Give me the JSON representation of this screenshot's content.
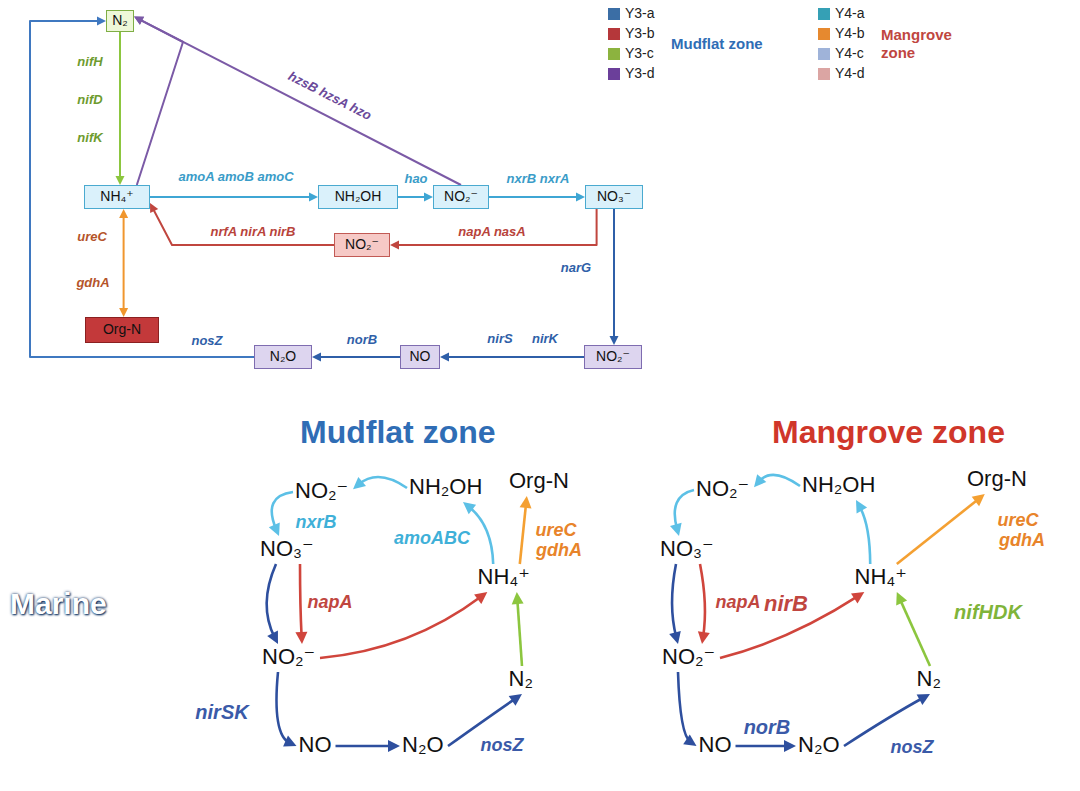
{
  "diagram": {
    "nodes": [
      {
        "text": [
          "N₂"
        ]
      },
      {
        "text": [
          "NH₄⁺"
        ]
      },
      {
        "text": [
          "NH₂OH"
        ]
      },
      {
        "text": [
          "NO₂⁻"
        ]
      },
      {
        "text": [
          "NO₃⁻"
        ]
      },
      {
        "text": [
          "NO₂⁻"
        ]
      },
      {
        "text": [
          "Org-N"
        ]
      },
      {
        "text": [
          "N₂O"
        ]
      },
      {
        "text": [
          "NO"
        ]
      },
      {
        "text": [
          "NO₂⁻"
        ]
      },
      {
        "text": [
          "Marine"
        ]
      },
      {
        "text": [
          "Mudflat zone"
        ]
      },
      {
        "text": [
          "NO₂⁻"
        ],
        "in": 11
      },
      {
        "text": [
          "NH₂OH"
        ],
        "in": 11
      },
      {
        "text": [
          "Org-N"
        ],
        "in": 11
      },
      {
        "text": [
          "NO₃⁻"
        ],
        "in": 11
      },
      {
        "text": [
          "NH₄⁺"
        ],
        "in": 11
      },
      {
        "text": [
          "NO₂⁻"
        ],
        "in": 11
      },
      {
        "text": [
          "N₂"
        ],
        "in": 11
      },
      {
        "text": [
          "NO"
        ],
        "in": 11
      },
      {
        "text": [
          "N₂O"
        ],
        "in": 11
      },
      {
        "text": [
          "Mangrove zone"
        ]
      },
      {
        "text": [
          "NO₂⁻"
        ],
        "in": 21
      },
      {
        "text": [
          "NH₂OH"
        ],
        "in": 21
      },
      {
        "text": [
          "Org-N"
        ],
        "in": 21
      },
      {
        "text": [
          "NO₃⁻"
        ],
        "in": 21
      },
      {
        "text": [
          "NH₄⁺"
        ],
        "in": 21
      },
      {
        "text": [
          "NO₂⁻"
        ],
        "in": 21
      },
      {
        "text": [
          "N₂"
        ],
        "in": 21
      },
      {
        "text": [
          "NO"
        ],
        "in": 21
      },
      {
        "text": [
          "N₂O"
        ],
        "in": 21
      }
    ],
    "edges": [
      {
        "from": 0,
        "to": 1,
        "arrow": "to"
      },
      {
        "from": 1,
        "to": 2,
        "label": "amoA amoB amoC",
        "arrow": "to"
      },
      {
        "from": 2,
        "to": 3,
        "label": "hao",
        "arrow": "to"
      },
      {
        "from": 3,
        "to": 4,
        "label": "nxrB nxrA",
        "arrow": "to"
      },
      {
        "from": 3,
        "to": 0,
        "label": "hzsB hzsA hzo",
        "arrow": "to"
      },
      {
        "from": 1,
        "to": 0,
        "arrow": "to"
      },
      {
        "from": 4,
        "to": 5,
        "label": "napA nasA",
        "arrow": "to"
      },
      {
        "from": 5,
        "to": 1,
        "label": "nrfA nirA nirB",
        "arrow": "to"
      },
      {
        "from": 4,
        "to": 9,
        "label": "narG",
        "arrow": "to"
      },
      {
        "from": 9,
        "to": 8,
        "arrow": "to"
      },
      {
        "from": 8,
        "to": 7,
        "label": "norB",
        "arrow": "to"
      },
      {
        "from": 7,
        "to": 0,
        "label": "nosZ",
        "arrow": "to"
      },
      {
        "from": 1,
        "to": 6,
        "arrow": "both"
      },
      {
        "from": 13,
        "to": 12,
        "arrow": "to"
      },
      {
        "from": 12,
        "to": 15,
        "label": "nxrB",
        "arrow": "to"
      },
      {
        "from": 16,
        "to": 13,
        "label": "amoABC",
        "arrow": "to"
      },
      {
        "from": 16,
        "to": 14,
        "arrow": "to"
      },
      {
        "from": 15,
        "to": 17,
        "arrow": "to"
      },
      {
        "from": 15,
        "to": 17,
        "label": "napA",
        "arrow": "to"
      },
      {
        "from": 17,
        "to": 16,
        "arrow": "to"
      },
      {
        "from": 17,
        "to": 19,
        "label": "nirSK",
        "arrow": "to"
      },
      {
        "from": 19,
        "to": 20,
        "arrow": "to"
      },
      {
        "from": 20,
        "to": 18,
        "label": "nosZ",
        "arrow": "to"
      },
      {
        "from": 18,
        "to": 16,
        "arrow": "to"
      },
      {
        "from": 23,
        "to": 22,
        "arrow": "to"
      },
      {
        "from": 22,
        "to": 25,
        "arrow": "to"
      },
      {
        "from": 26,
        "to": 23,
        "arrow": "to"
      },
      {
        "from": 26,
        "to": 24,
        "arrow": "to"
      },
      {
        "from": 25,
        "to": 27,
        "arrow": "to"
      },
      {
        "from": 25,
        "to": 27,
        "label": "napA",
        "arrow": "to"
      },
      {
        "from": 27,
        "to": 26,
        "label": "nirB",
        "arrow": "to"
      },
      {
        "from": 27,
        "to": 29,
        "arrow": "to"
      },
      {
        "from": 29,
        "to": 30,
        "label": "norB",
        "arrow": "to"
      },
      {
        "from": 30,
        "to": 28,
        "label": "nosZ",
        "arrow": "to"
      },
      {
        "from": 28,
        "to": 26,
        "label": "nifHDK",
        "arrow": "to"
      }
    ],
    "labels": [
      "Mudflat zone",
      "Mangrove zone",
      "nifH",
      "nifD",
      "nifK",
      "ureC",
      "gdhA",
      "nirS",
      "nirK",
      "ureC",
      "gdhA",
      "ureC",
      "gdhA"
    ],
    "legend": [
      {
        "text": "Y3-a",
        "color": "#3b6ea5"
      },
      {
        "text": "Y3-b",
        "color": "#b5373a"
      },
      {
        "text": "Y3-c",
        "color": "#8cb33f"
      },
      {
        "text": "Y3-d",
        "color": "#6b3f9a"
      },
      {
        "text": "Y4-a",
        "color": "#35a0b5"
      },
      {
        "text": "Y4-b",
        "color": "#e6892f"
      },
      {
        "text": "Y4-c",
        "color": "#9fb3d9"
      },
      {
        "text": "Y4-d",
        "color": "#dba5a3"
      }
    ]
  }
}
